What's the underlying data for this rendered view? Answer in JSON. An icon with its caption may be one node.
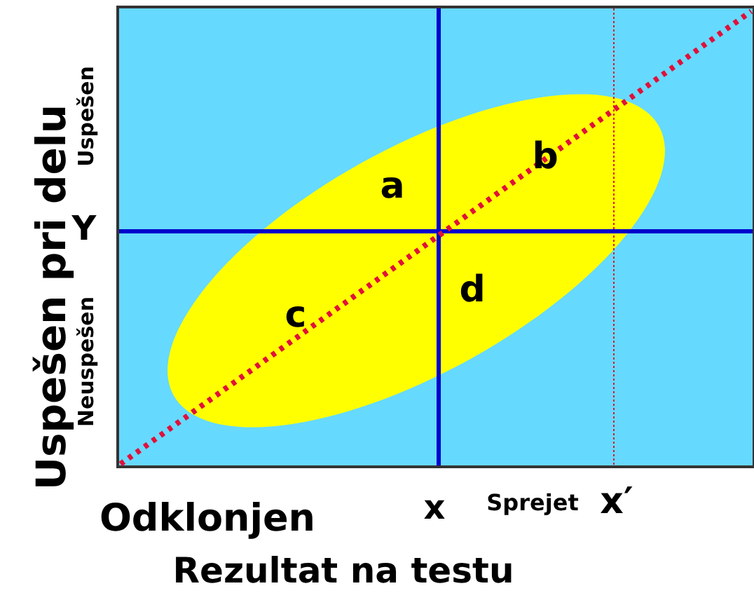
{
  "diagram": {
    "labels": [
      "Uspešen pri delu",
      "Uspešen",
      "b",
      "a",
      "Y",
      "d",
      "c",
      "Neuspešen",
      "x",
      "Sprejet",
      "x′",
      "Odklonjen",
      "Rezultat na testu"
    ]
  }
}
